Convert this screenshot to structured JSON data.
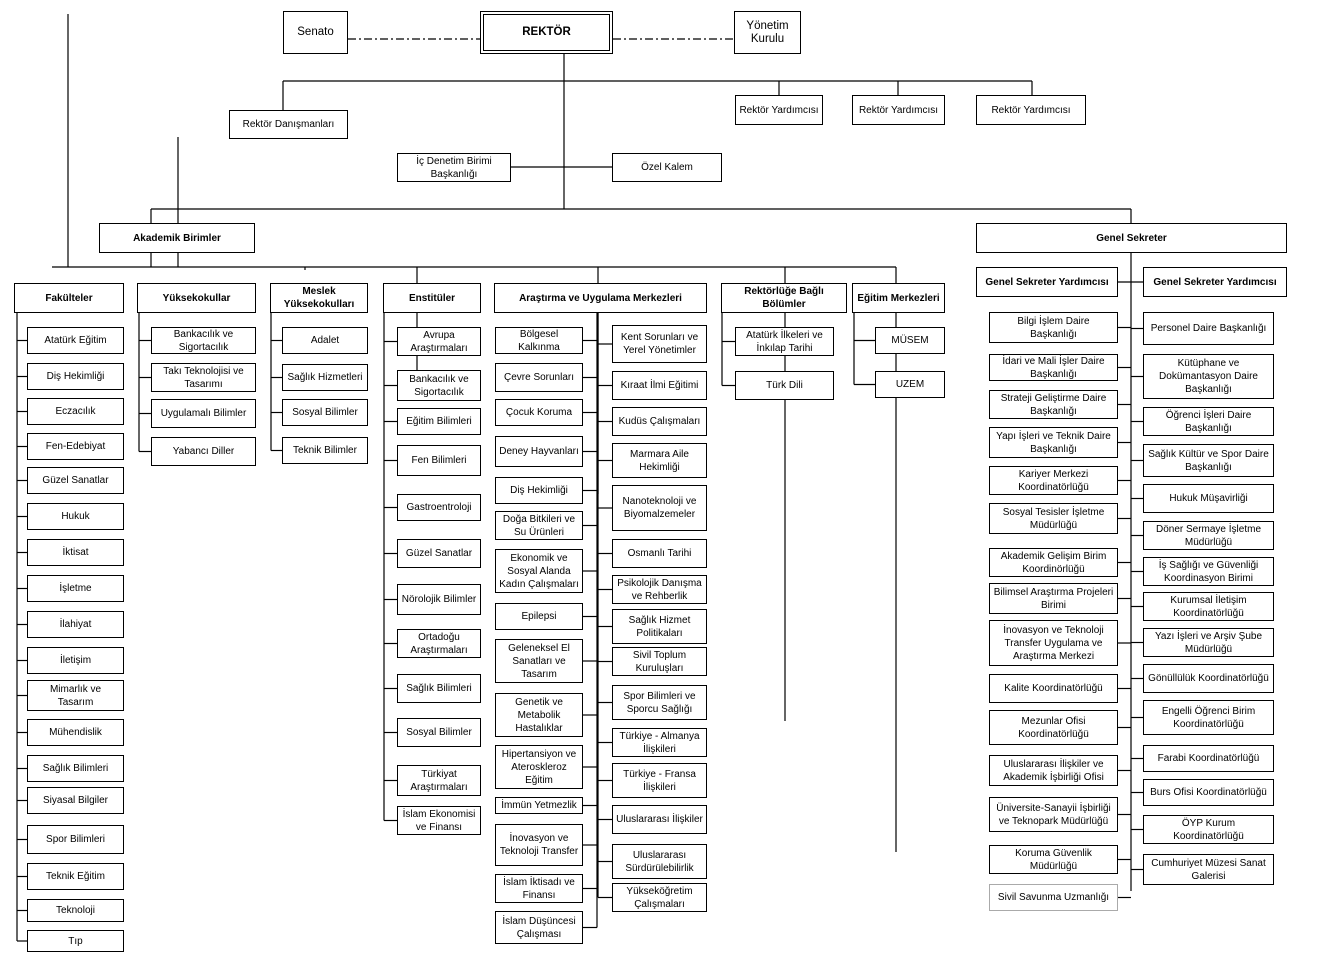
{
  "top": {
    "rector": "REKTÖR",
    "senate": "Senato",
    "board": "Yönetim Kurulu",
    "advisors": "Rektör Danışmanları",
    "vice_rectors": [
      "Rektör Yardımcısı",
      "Rektör Yardımcısı",
      "Rektör Yardımcısı"
    ],
    "internal_audit": "İç Denetim Birimi Başkanlığı",
    "private_office": "Özel Kalem"
  },
  "academic": {
    "title": "Akademik Birimler",
    "faculties": {
      "title": "Fakülteler",
      "items": [
        "Atatürk Eğitim",
        "Diş Hekimliği",
        "Eczacılık",
        "Fen-Edebiyat",
        "Güzel Sanatlar",
        "Hukuk",
        "İktisat",
        "İşletme",
        "İlahiyat",
        "İletişim",
        "Mimarlık ve Tasarım",
        "Mühendislik",
        "Sağlık Bilimleri",
        "Siyasal Bilgiler",
        "Spor Bilimleri",
        "Teknik Eğitim",
        "Teknoloji",
        "Tıp"
      ]
    },
    "schools": {
      "title": "Yüksekokullar",
      "items": [
        "Bankacılık ve Sigortacılık",
        "Takı Teknolojisi ve Tasarımı",
        "Uygulamalı Bilimler",
        "Yabancı Diller"
      ]
    },
    "vocational": {
      "title": "Meslek Yüksekokulları",
      "items": [
        "Adalet",
        "Sağlık Hizmetleri",
        "Sosyal Bilimler",
        "Teknik Bilimler"
      ]
    },
    "institutes": {
      "title": "Enstitüler",
      "items": [
        "Avrupa Araştırmaları",
        "Bankacılık ve Sigortacılık",
        "Eğitim Bilimleri",
        "Fen Bilimleri",
        "Gastroentroloji",
        "Güzel Sanatlar",
        "Nörolojik Bilimler",
        "Ortadoğu Araştırmaları",
        "Sağlık Bilimleri",
        "Sosyal Bilimler",
        "Türkiyat Araştırmaları",
        "İslam Ekonomisi ve Finansı"
      ]
    },
    "research": {
      "title": "Araştırma ve Uygulama Merkezleri",
      "left": [
        "Bölgesel Kalkınma",
        "Çevre Sorunları",
        "Çocuk Koruma",
        "Deney Hayvanları",
        "Diş Hekimliği",
        "Doğa Bitkileri ve Su Ürünleri",
        "Ekonomik ve Sosyal Alanda Kadın Çalışmaları",
        "Epilepsi",
        "Geleneksel El Sanatları ve Tasarım",
        "Genetik ve Metabolik Hastalıklar",
        "Hipertansiyon ve Ateroskleroz Eğitim",
        "İmmün Yetmezlik",
        "İnovasyon ve Teknoloji Transfer",
        "İslam İktisadı ve Finansı",
        "İslam Düşüncesi Çalışması"
      ],
      "right": [
        "Kent Sorunları ve Yerel Yönetimler",
        "Kıraat İlmi Eğitimi",
        "Kudüs Çalışmaları",
        "Marmara Aile Hekimliği",
        "Nanoteknoloji ve Biyomalzemeler",
        "Osmanlı Tarihi",
        "Psikolojik Danışma ve Rehberlik",
        "Sağlık Hizmet Politikaları",
        "Sivil Toplum Kuruluşları",
        "Spor Bilimleri ve Sporcu Sağlığı",
        "Türkiye - Almanya İlişkileri",
        "Türkiye - Fransa İlişkileri",
        "Uluslararası İlişkiler",
        "Uluslararası Sürdürülebilirlik",
        "Yükseköğretim Çalışmaları"
      ]
    },
    "rector_units": {
      "title": "Rektörlüğe Bağlı Bölümler",
      "items": [
        "Atatürk İlkeleri ve İnkılap Tarihi",
        "Türk Dili"
      ]
    },
    "education_centers": {
      "title": "Eğitim Merkezleri",
      "items": [
        "MÜSEM",
        "UZEM"
      ]
    }
  },
  "general": {
    "title": "Genel Sekreter",
    "left": {
      "title": "Genel Sekreter Yardımcısı",
      "items": [
        "Bilgi İşlem Daire Başkanlığı",
        "İdari ve Mali İşler Daire Başkanlığı",
        "Strateji Geliştirme Daire Başkanlığı",
        "Yapı İşleri ve Teknik Daire Başkanlığı",
        "Kariyer Merkezi Koordinatörlüğü",
        "Sosyal Tesisler İşletme Müdürlüğü",
        "Akademik Gelişim Birim Koordinörlüğü",
        "Bilimsel Araştırma Projeleri Birimi",
        "İnovasyon ve Teknoloji Transfer Uygulama ve Araştırma Merkezi",
        "Kalite Koordinatörlüğü",
        "Mezunlar Ofisi Koordinatörlüğü",
        "Uluslararası İlişkiler ve Akademik İşbirliği Ofisi",
        "Üniversite-Sanayii İşbirliği ve Teknopark Müdürlüğü",
        "Koruma Güvenlik Müdürlüğü",
        "Sivil Savunma Uzmanlığı"
      ]
    },
    "right": {
      "title": "Genel Sekreter Yardımcısı",
      "items": [
        "Personel Daire Başkanlığı",
        "Kütüphane ve Dokümantasyon Daire Başkanlığı",
        "Öğrenci İşleri Daire Başkanlığı",
        "Sağlık Kültür ve Spor Daire Başkanlığı",
        "Hukuk Müşavirliği",
        "Döner Sermaye İşletme Müdürlüğü",
        "İş Sağlığı ve Güvenliği Koordinasyon Birimi",
        "Kurumsal İletişim Koordinatörlüğü",
        "Yazı İşleri ve Arşiv Şube Müdürlüğü",
        "Gönüllülük Koordinatörlüğü",
        "Engelli Öğrenci Birim Koordinatörlüğü",
        "Farabi Koordinatörlüğü",
        "Burs Ofisi Koordinatörlüğü",
        "ÖYP Kurum Koordinatörlüğü",
        "Cumhuriyet Müzesi Sanat Galerisi"
      ]
    }
  }
}
